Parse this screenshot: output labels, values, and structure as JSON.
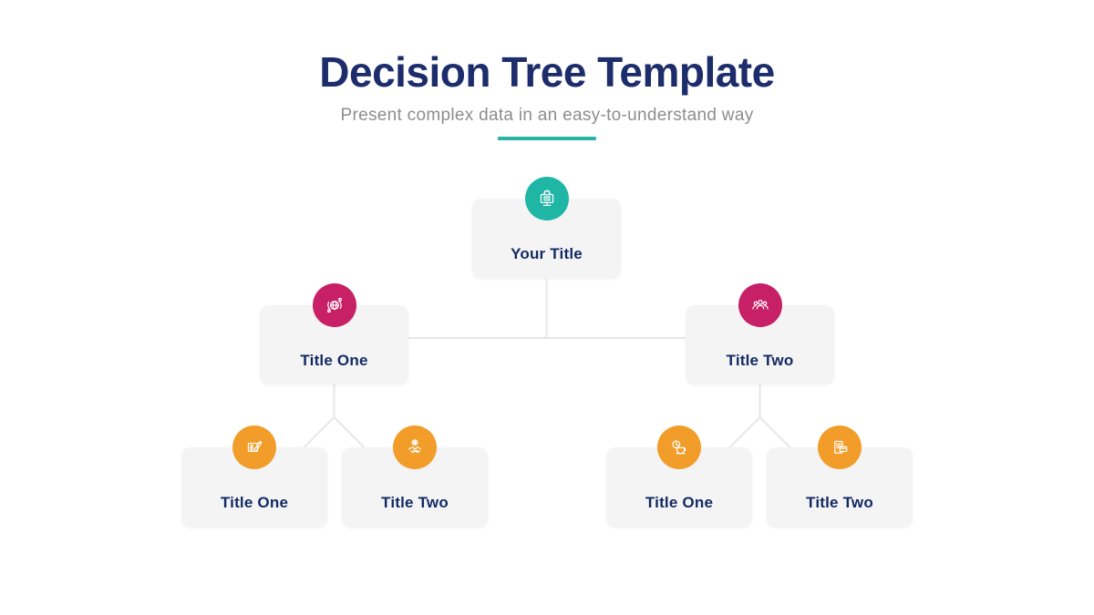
{
  "page": {
    "title": "Decision Tree Template",
    "subtitle": "Present complex data in an easy-to-understand way",
    "accent_color": "#2ab5a8",
    "title_color": "#1d2d6b",
    "subtitle_color": "#8d8d8d",
    "background_color": "#ffffff"
  },
  "tree": {
    "card_color": "#f4f4f5",
    "label_color": "#132a63",
    "connector_color": "#e7e7e7",
    "root": {
      "label": "Your Title",
      "icon": "monitor-gear-icon",
      "badge_color": "#1fb6a6"
    },
    "level2": [
      {
        "label": "Title One",
        "icon": "globe-sync-icon",
        "badge_color": "#c72067"
      },
      {
        "label": "Title Two",
        "icon": "people-group-icon",
        "badge_color": "#c72067"
      }
    ],
    "level3": [
      {
        "label": "Title One",
        "icon": "book-pen-icon",
        "badge_color": "#f29d2a"
      },
      {
        "label": "Title Two",
        "icon": "handshake-gear-icon",
        "badge_color": "#f29d2a"
      },
      {
        "label": "Title One",
        "icon": "coffee-clock-icon",
        "badge_color": "#f29d2a"
      },
      {
        "label": "Title Two",
        "icon": "invoice-card-icon",
        "badge_color": "#f29d2a"
      }
    ]
  }
}
